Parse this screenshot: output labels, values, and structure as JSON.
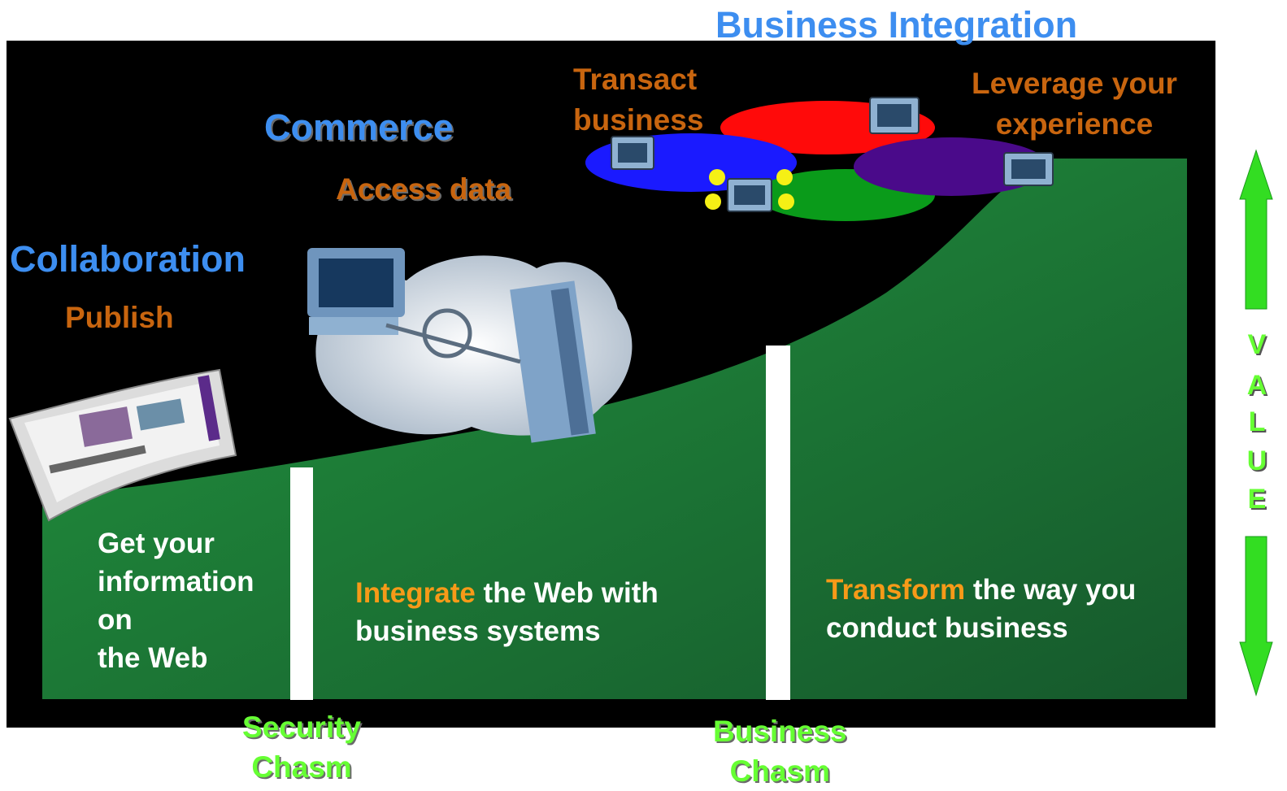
{
  "title": "Business Integration",
  "stages": [
    {
      "heading": "Collaboration",
      "activity": "Publish",
      "description": [
        "Get your",
        "information",
        "on",
        "the Web"
      ]
    },
    {
      "heading": "Commerce",
      "activity": "Access data",
      "highlight": "Integrate",
      "description_rest_line1": "the Web with",
      "description_line2": "business systems"
    },
    {
      "heading": "Business Integration",
      "activity_left": [
        "Transact",
        "business"
      ],
      "activity_right": [
        "Leverage your",
        "experience"
      ],
      "highlight": "Transform",
      "description_rest_line1": "the way you",
      "description_line2": "conduct business"
    }
  ],
  "chasms": [
    {
      "lines": [
        "Security",
        "Chasm"
      ]
    },
    {
      "lines": [
        "Business",
        "Chasm"
      ]
    }
  ],
  "value_axis": {
    "letters": [
      "V",
      "A",
      "L",
      "U",
      "E"
    ]
  },
  "colors": {
    "background": "#000000",
    "green": "#1f8a3a",
    "heading_blue": "#3d8ef0",
    "activity_orange": "#c8650f",
    "highlight_orange": "#f79a18",
    "chasm_lime": "#66ff33"
  }
}
